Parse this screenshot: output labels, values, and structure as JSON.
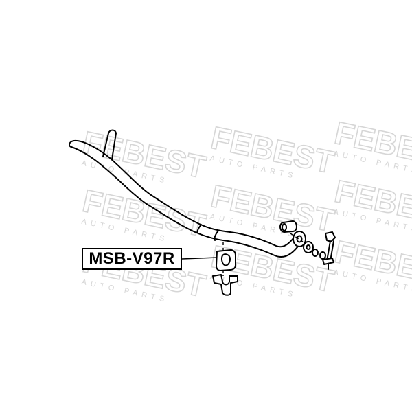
{
  "part_label": "MSB-V97R",
  "watermark": {
    "brand": "FEBEST",
    "subtitle": "AUTO PARTS",
    "color": "#d6d6d6"
  },
  "colors": {
    "line": "#000000",
    "background": "#ffffff"
  },
  "icons": [
    "stabilizer-bar-icon",
    "bushing-icon",
    "bracket-icon",
    "stabilizer-link-icon"
  ]
}
